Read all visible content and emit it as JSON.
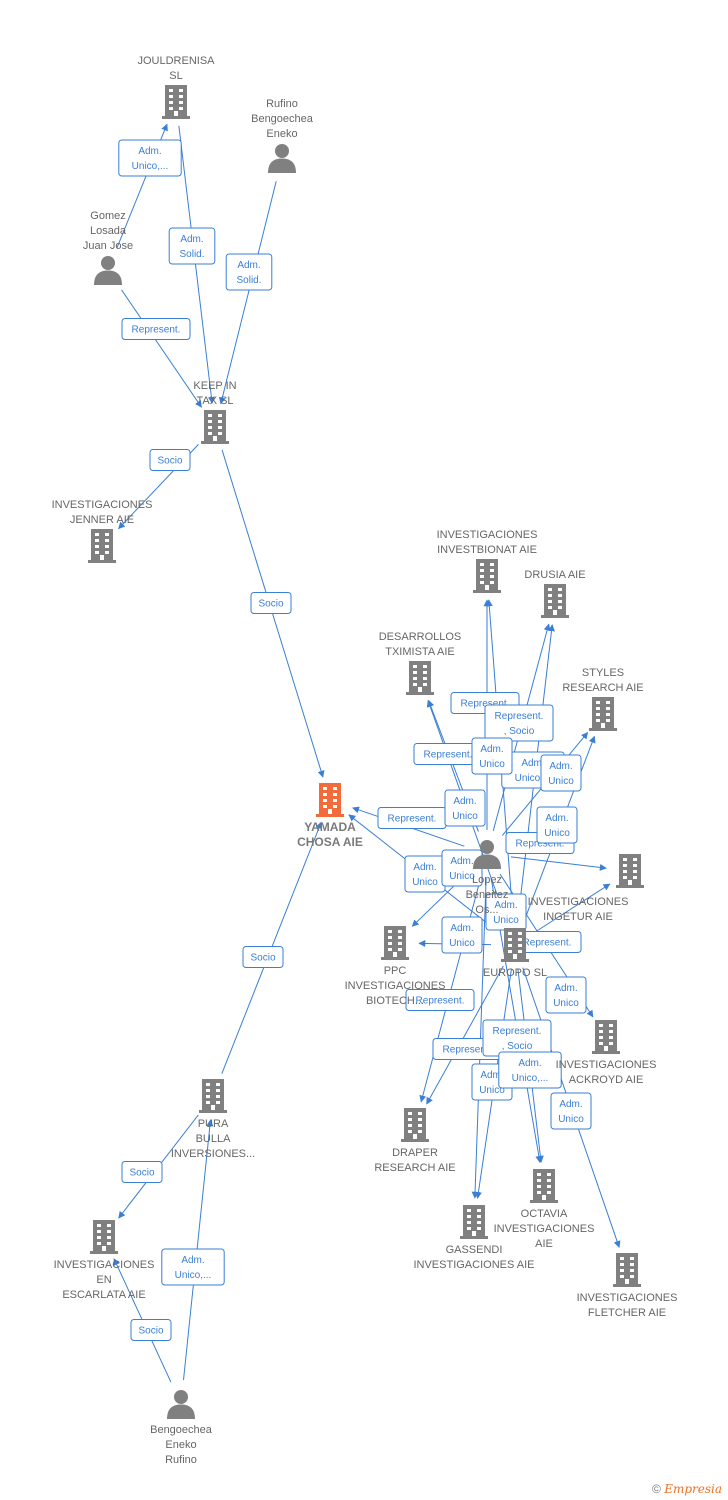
{
  "colors": {
    "edge": "#3a7fd5",
    "icon": "#808080",
    "focus": "#f26b3a",
    "text": "#666666"
  },
  "nodes": [
    {
      "id": "jouldrenisa",
      "kind": "company",
      "label": [
        "JOULDRENISA",
        "SL"
      ],
      "icon": "building-icon"
    },
    {
      "id": "rufino",
      "kind": "person",
      "label": [
        "Rufino",
        "Bengoechea",
        "Eneko"
      ],
      "icon": "person-icon"
    },
    {
      "id": "gomez",
      "kind": "person",
      "label": [
        "Gomez",
        "Losada",
        "Juan Jose"
      ],
      "icon": "person-icon"
    },
    {
      "id": "keepintax",
      "kind": "company",
      "label": [
        "KEEP IN",
        "TAX  SL"
      ],
      "icon": "building-icon"
    },
    {
      "id": "jenner",
      "kind": "company",
      "label": [
        "INVESTIGACIONES",
        "JENNER AIE"
      ],
      "icon": "building-icon"
    },
    {
      "id": "yamada",
      "kind": "focus",
      "label": [
        "YAMADA",
        "CHOSA AIE"
      ],
      "icon": "building-icon"
    },
    {
      "id": "investbionat",
      "kind": "company",
      "label": [
        "INVESTIGACIONES",
        "INVESTBIONAT AIE"
      ],
      "icon": "building-icon"
    },
    {
      "id": "drusia",
      "kind": "company",
      "label": [
        "DRUSIA  AIE"
      ],
      "icon": "building-icon"
    },
    {
      "id": "desarrollos",
      "kind": "company",
      "label": [
        "DESARROLLOS",
        "TXIMISTA AIE"
      ],
      "icon": "building-icon"
    },
    {
      "id": "styles",
      "kind": "company",
      "label": [
        "STYLES",
        "RESEARCH AIE"
      ],
      "icon": "building-icon"
    },
    {
      "id": "lopez",
      "kind": "person",
      "label": [
        "Lopez",
        "Beneitez",
        "Os..."
      ],
      "icon": "person-icon"
    },
    {
      "id": "ingetur",
      "kind": "company",
      "label": [
        "INVESTIGACIONES",
        "INGETUR AIE"
      ],
      "icon": "building-icon"
    },
    {
      "id": "ppc",
      "kind": "company",
      "label": [
        "PPC",
        "INVESTIGACIONES",
        "BIOTECH..."
      ],
      "icon": "building-icon"
    },
    {
      "id": "europo",
      "kind": "company",
      "label": [
        "EUROPO  SL"
      ],
      "icon": "building-icon"
    },
    {
      "id": "ackroyd",
      "kind": "company",
      "label": [
        "INVESTIGACIONES",
        "ACKROYD AIE"
      ],
      "icon": "building-icon"
    },
    {
      "id": "pura",
      "kind": "company",
      "label": [
        "PURA",
        "BULLA",
        "INVERSIONES..."
      ],
      "icon": "building-icon"
    },
    {
      "id": "draper",
      "kind": "company",
      "label": [
        "DRAPER",
        "RESEARCH AIE"
      ],
      "icon": "building-icon"
    },
    {
      "id": "octavia",
      "kind": "company",
      "label": [
        "OCTAVIA",
        "INVESTIGACIONES",
        "AIE"
      ],
      "icon": "building-icon"
    },
    {
      "id": "gassendi",
      "kind": "company",
      "label": [
        "GASSENDI",
        "INVESTIGACIONES AIE"
      ],
      "icon": "building-icon"
    },
    {
      "id": "fletcher",
      "kind": "company",
      "label": [
        "INVESTIGACIONES",
        "FLETCHER AIE"
      ],
      "icon": "building-icon"
    },
    {
      "id": "escarlata",
      "kind": "company",
      "label": [
        "INVESTIGACIONES",
        "EN",
        "ESCARLATA AIE"
      ],
      "icon": "building-icon"
    },
    {
      "id": "bengoechea",
      "kind": "person",
      "label": [
        "Bengoechea",
        "Eneko",
        "Rufino"
      ],
      "icon": "person-icon"
    }
  ],
  "edges": [
    {
      "from": "gomez",
      "to": "jouldrenisa",
      "label": [
        "Adm.",
        "Unico,..."
      ]
    },
    {
      "from": "jouldrenisa",
      "to": "keepintax",
      "label": [
        "Adm.",
        "Solid."
      ]
    },
    {
      "from": "rufino",
      "to": "keepintax",
      "label": [
        "Adm.",
        "Solid."
      ]
    },
    {
      "from": "gomez",
      "to": "keepintax",
      "label": [
        "Represent."
      ]
    },
    {
      "from": "keepintax",
      "to": "jenner",
      "label": [
        "Socio"
      ]
    },
    {
      "from": "keepintax",
      "to": "yamada",
      "label": [
        "Socio"
      ]
    },
    {
      "from": "pura",
      "to": "yamada",
      "label": [
        "Socio"
      ]
    },
    {
      "from": "pura",
      "to": "escarlata",
      "label": [
        "Socio"
      ]
    },
    {
      "from": "bengoechea",
      "to": "pura",
      "label": [
        "Adm.",
        "Unico,..."
      ]
    },
    {
      "from": "bengoechea",
      "to": "escarlata",
      "label": [
        "Socio"
      ]
    },
    {
      "from": "lopez",
      "to": "yamada",
      "label": [
        "Represent."
      ]
    },
    {
      "from": "lopez",
      "to": "investbionat",
      "label": [
        "Represent."
      ]
    },
    {
      "from": "lopez",
      "to": "drusia",
      "label": [
        "Represent.",
        ", Socio"
      ]
    },
    {
      "from": "lopez",
      "to": "desarrollos",
      "label": [
        "Represent."
      ]
    },
    {
      "from": "lopez",
      "to": "styles",
      "label": [
        "Adm.",
        "Unico,..."
      ]
    },
    {
      "from": "lopez",
      "to": "ingetur",
      "label": [
        "Represent."
      ]
    },
    {
      "from": "lopez",
      "to": "ppc",
      "label": [
        "Adm.",
        "Unico"
      ]
    },
    {
      "from": "lopez",
      "to": "draper",
      "label": [
        "Adm.",
        "Unico"
      ]
    },
    {
      "from": "lopez",
      "to": "gassendi",
      "label": [
        "Adm.",
        "Unico"
      ]
    },
    {
      "from": "lopez",
      "to": "octavia",
      "label": [
        "Adm.",
        "Unico"
      ]
    },
    {
      "from": "lopez",
      "to": "ackroyd",
      "label": [
        "Adm.",
        "Unico"
      ]
    },
    {
      "from": "europo",
      "to": "yamada",
      "label": [
        "Adm.",
        "Unico"
      ]
    },
    {
      "from": "europo",
      "to": "investbionat",
      "label": [
        "Adm.",
        "Unico"
      ]
    },
    {
      "from": "europo",
      "to": "drusia",
      "label": [
        "Adm.",
        "Unico"
      ]
    },
    {
      "from": "europo",
      "to": "desarrollos",
      "label": [
        "Adm.",
        "Unico"
      ]
    },
    {
      "from": "europo",
      "to": "styles",
      "label": [
        "Adm.",
        "Unico"
      ]
    },
    {
      "from": "europo",
      "to": "ingetur",
      "label": [
        "Represent."
      ]
    },
    {
      "from": "europo",
      "to": "ppc",
      "label": [
        "Represent."
      ]
    },
    {
      "from": "europo",
      "to": "draper",
      "label": [
        "Represent."
      ]
    },
    {
      "from": "europo",
      "to": "gassendi",
      "label": [
        "Represent.",
        ", Socio"
      ]
    },
    {
      "from": "europo",
      "to": "octavia",
      "label": [
        "Adm.",
        "Unico,..."
      ]
    },
    {
      "from": "europo",
      "to": "fletcher",
      "label": [
        "Adm.",
        "Unico"
      ]
    }
  ],
  "footer": {
    "copyright": "©",
    "brand": "Empresia"
  }
}
